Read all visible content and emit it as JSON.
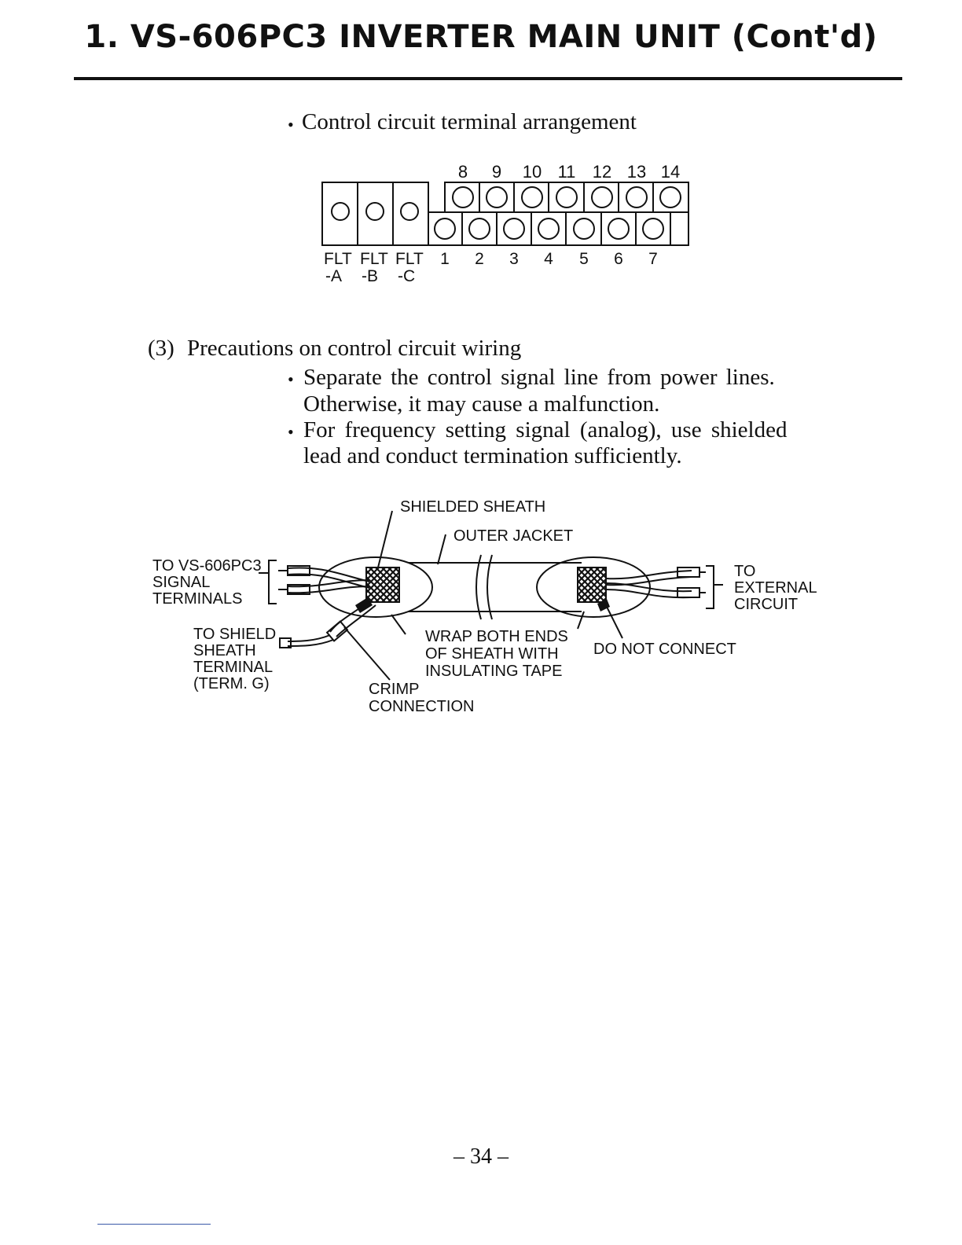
{
  "header": {
    "title": "1. VS-606PC3 INVERTER MAIN UNIT (Cont'd)"
  },
  "terminal_section": {
    "heading": "Control circuit terminal arrangement",
    "top_numbers": [
      "8",
      "9",
      "10",
      "11",
      "12",
      "13",
      "14"
    ],
    "bottom_numbers": [
      "1",
      "2",
      "3",
      "4",
      "5",
      "6",
      "7"
    ],
    "flt_labels": [
      {
        "top": "FLT",
        "bottom": "-A"
      },
      {
        "top": "FLT",
        "bottom": "-B"
      },
      {
        "top": "FLT",
        "bottom": "-C"
      }
    ]
  },
  "precautions": {
    "heading_number": "(3)",
    "heading_text": "Precautions on control circuit wiring",
    "items": [
      {
        "line1": "Separate the control signal line from power lines.",
        "line2": "Otherwise, it may cause a malfunction."
      },
      {
        "line1": "For frequency setting signal (analog), use shielded",
        "line2": "lead and conduct termination sufficiently."
      }
    ]
  },
  "cable_diagram": {
    "shielded_sheath": "SHIELDED SHEATH",
    "outer_jacket": "OUTER JACKET",
    "to_signal_terminals": [
      "TO VS-606PC3",
      "SIGNAL",
      "TERMINALS"
    ],
    "to_external_circuit": [
      "TO",
      "EXTERNAL",
      "CIRCUIT"
    ],
    "to_shield_terminal": [
      "TO SHIELD",
      "SHEATH",
      "TERMINAL",
      "(TERM. G)"
    ],
    "wrap_note": [
      "WRAP BOTH ENDS",
      "OF SHEATH WITH",
      "INSULATING TAPE"
    ],
    "do_not_connect": "DO NOT CONNECT",
    "crimp_connection": [
      "CRIMP",
      "CONNECTION"
    ]
  },
  "footer": {
    "page_number": "– 34 –"
  }
}
